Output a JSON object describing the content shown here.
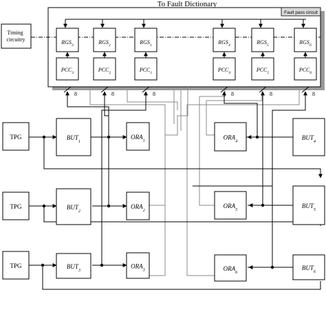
{
  "title": "To Fault Dictionary",
  "fault_pass_circuit": "Fault pass circuit",
  "timing_circuitry": [
    "Timing",
    "circuitry"
  ],
  "bus_width": "8",
  "colors": {
    "line": "#000000",
    "secondary_line": "#8a8a8a",
    "shadow": "#9a9a9a",
    "label_bg": "#d9d9d9"
  },
  "rgs": [
    {
      "base": "RGS",
      "sub": "3"
    },
    {
      "base": "RGS",
      "sub": "2"
    },
    {
      "base": "RGS",
      "sub": "1"
    },
    {
      "base": "RGS",
      "sub": "4"
    },
    {
      "base": "RGS",
      "sub": "5"
    },
    {
      "base": "RGS",
      "sub": "6"
    }
  ],
  "pcc": [
    {
      "base": "PCC",
      "sub": "3"
    },
    {
      "base": "PCC",
      "sub": "2"
    },
    {
      "base": "PCC",
      "sub": "1"
    },
    {
      "base": "PCC",
      "sub": "4"
    },
    {
      "base": "PCC",
      "sub": "5"
    },
    {
      "base": "PCC",
      "sub": "6"
    }
  ],
  "tpg": [
    "TPG",
    "TPG",
    "TPG"
  ],
  "but_left": [
    {
      "base": "BUT",
      "sub": "1"
    },
    {
      "base": "BUT",
      "sub": "2"
    },
    {
      "base": "BUT",
      "sub": "3"
    }
  ],
  "ora_left": [
    {
      "base": "ORA",
      "sub": "1"
    },
    {
      "base": "ORA",
      "sub": "2"
    },
    {
      "base": "ORA",
      "sub": "3"
    }
  ],
  "ora_right": [
    {
      "base": "ORA",
      "sub": "4"
    },
    {
      "base": "ORA",
      "sub": "5"
    },
    {
      "base": "ORA",
      "sub": "6"
    }
  ],
  "but_right": [
    {
      "base": "BUT",
      "sub": "4"
    },
    {
      "base": "BUT",
      "sub": "5"
    },
    {
      "base": "BUT",
      "sub": "6"
    }
  ]
}
